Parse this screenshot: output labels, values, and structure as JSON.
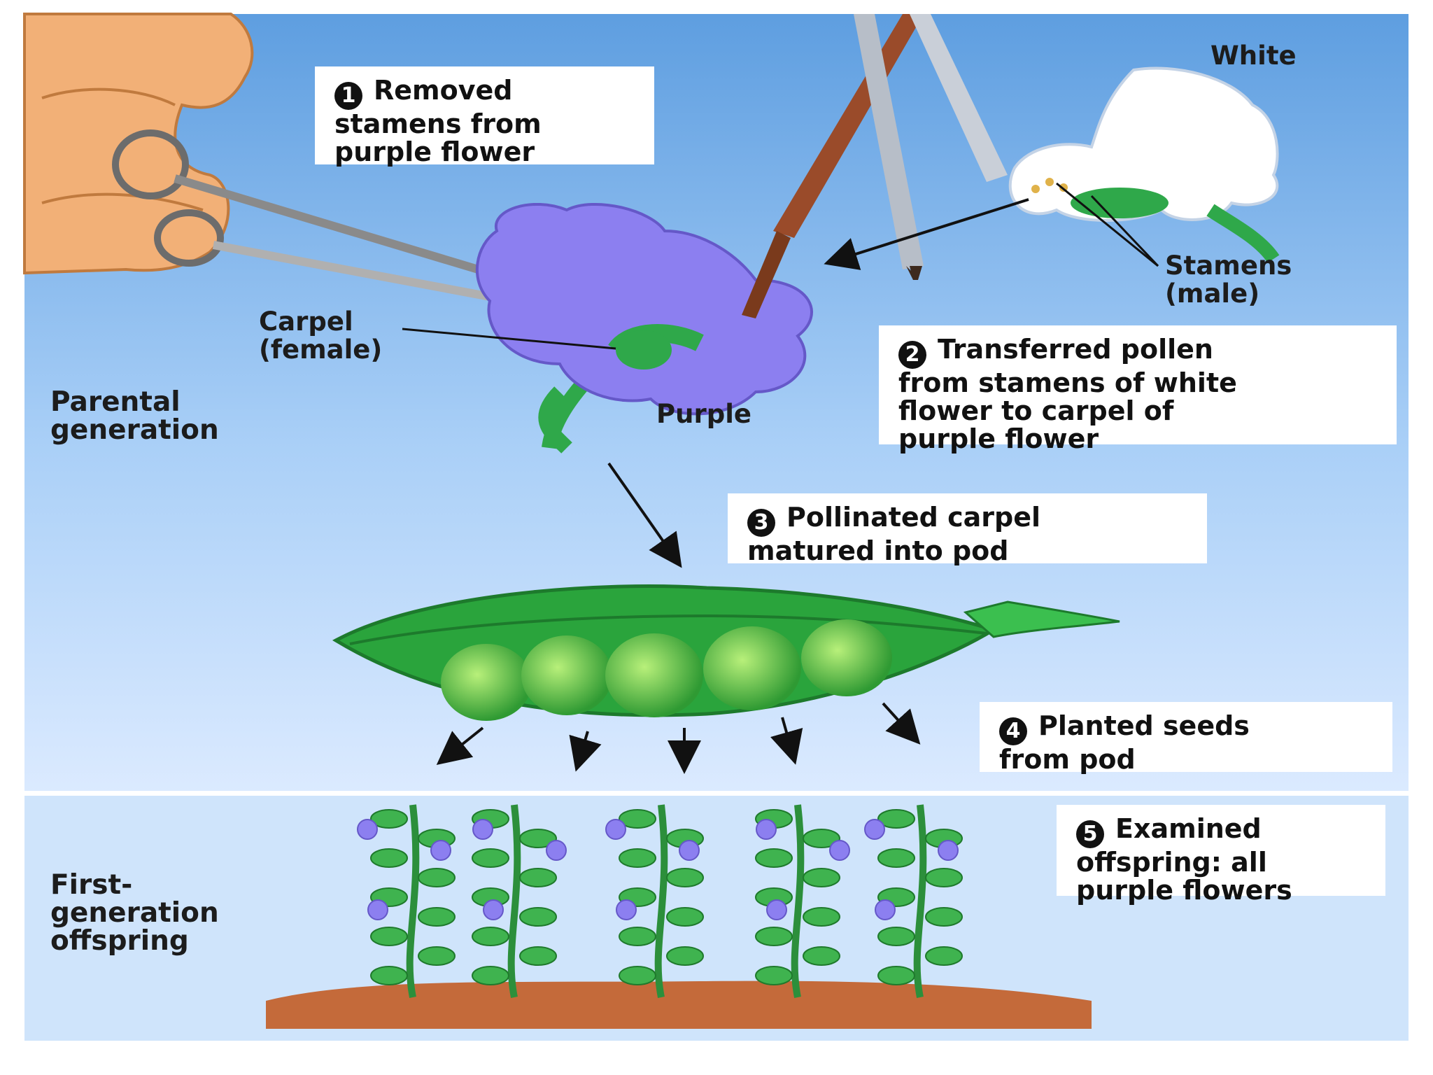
{
  "labels": {
    "white": "White",
    "purple": "Purple",
    "carpel": [
      "Carpel",
      "(female)"
    ],
    "stamens": [
      "Stamens",
      "(male)"
    ],
    "parental": [
      "Parental",
      "generation"
    ],
    "offspring": [
      "First-",
      "generation",
      "offspring"
    ]
  },
  "steps": [
    {
      "num": "1",
      "lines": [
        "Removed",
        "stamens from",
        "purple flower"
      ]
    },
    {
      "num": "2",
      "lines": [
        "Transferred pollen",
        "from stamens of white",
        "flower to carpel of",
        "purple flower"
      ]
    },
    {
      "num": "3",
      "lines": [
        "Pollinated carpel",
        "matured into pod"
      ]
    },
    {
      "num": "4",
      "lines": [
        "Planted seeds",
        "from pod"
      ]
    },
    {
      "num": "5",
      "lines": [
        "Examined",
        "offspring: all",
        "purple flowers"
      ]
    }
  ],
  "colors": {
    "sky_top": "#5f9fe0",
    "sky_bottom": "#dcecff",
    "purple_flower": "#8c7ff0",
    "green": "#2fa84a",
    "soil": "#c46a3a"
  }
}
